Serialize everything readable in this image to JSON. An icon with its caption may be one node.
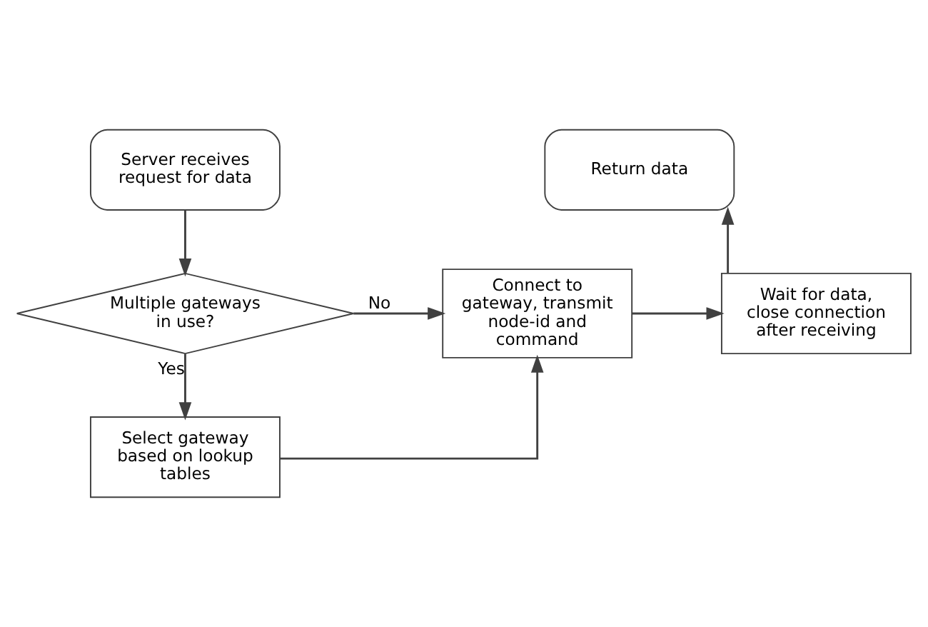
{
  "diagram": {
    "nodes": [
      {
        "text": [
          "Server receives request for data"
        ]
      },
      {
        "text": [
          "Return data"
        ]
      },
      {
        "text": [
          "Multiple gateways in use?"
        ]
      },
      {
        "text": [
          "Connect to gateway, transmit node-id and command"
        ]
      },
      {
        "text": [
          "Wait for data, close connection after receiving"
        ]
      },
      {
        "text": [
          "Select gateway based on lookup tables"
        ]
      }
    ],
    "edges": [
      {
        "from": 0,
        "to": 2,
        "arrow": "to"
      },
      {
        "from": 2,
        "to": 3,
        "arrow": "to",
        "label": "No"
      },
      {
        "from": 2,
        "to": 5,
        "arrow": "to",
        "label": "Yes"
      },
      {
        "from": 5,
        "to": 3,
        "arrow": "to"
      },
      {
        "from": 3,
        "to": 4,
        "arrow": "to"
      },
      {
        "from": 4,
        "to": 1,
        "arrow": "to"
      }
    ]
  }
}
